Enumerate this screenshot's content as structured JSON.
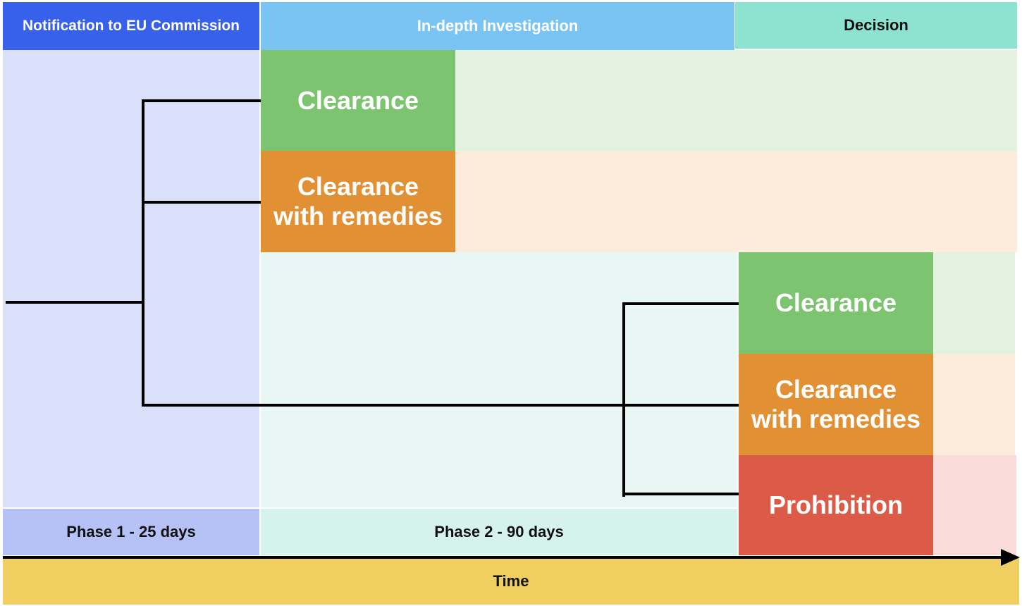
{
  "headers": {
    "notification": "Notification to EU Commission",
    "investigation": "In-depth Investigation",
    "decision": "Decision"
  },
  "phase1_outcomes": {
    "clearance": "Clearance",
    "remedies_line1": "Clearance",
    "remedies_line2": "with remedies"
  },
  "phase2_outcomes": {
    "clearance": "Clearance",
    "remedies_line1": "Clearance",
    "remedies_line2": "with remedies",
    "prohibition": "Prohibition"
  },
  "phases": {
    "phase1": "Phase 1 - 25 days",
    "phase2": "Phase 2 - 90 days"
  },
  "time_axis": {
    "label": "Time"
  },
  "colors": {
    "clearance": "#7dc471",
    "remedies": "#e19034",
    "prohibition": "#db5b48",
    "notification": "#3761eb",
    "investigation": "#79c4f2",
    "decision": "#8ee2d0",
    "time": "#f0ce5f"
  }
}
